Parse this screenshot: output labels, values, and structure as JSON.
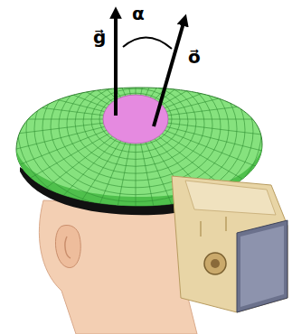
{
  "diagram": {
    "labels": [
      "g⃗",
      "α",
      "o⃗"
    ]
  }
}
